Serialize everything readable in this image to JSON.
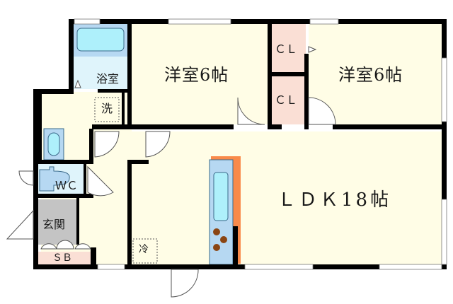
{
  "floorplan": {
    "title": "Floor plan",
    "layout": "LDK",
    "colors": {
      "wall": "#000000",
      "room_floor": "#fffde6",
      "wet_area": "#dff4fb",
      "fixture_blue": "#b6d8f2",
      "tub_cyan": "#aef0fb",
      "closet": "#fadfd5",
      "genkan": "#c4c4c4",
      "counter_orange": "#f98a4a",
      "burner_brown": "#8a4513"
    },
    "rooms": {
      "western_room_1": {
        "label": "洋室6帖",
        "size_jo": 6
      },
      "western_room_2": {
        "label": "洋室6帖",
        "size_jo": 6
      },
      "ldk": {
        "label": "ＬＤＫ18帖",
        "size_jo": 18
      },
      "bathroom": {
        "label": "浴室"
      },
      "washer": {
        "label": "洗"
      },
      "wc": {
        "label": "ＷＣ"
      },
      "entrance": {
        "label": "玄関"
      },
      "shoe_box": {
        "label": "ＳＢ"
      },
      "closet_upper": {
        "label": "ＣＬ"
      },
      "closet_lower": {
        "label": "ＣＬ"
      },
      "fridge": {
        "label": "冷"
      }
    }
  }
}
